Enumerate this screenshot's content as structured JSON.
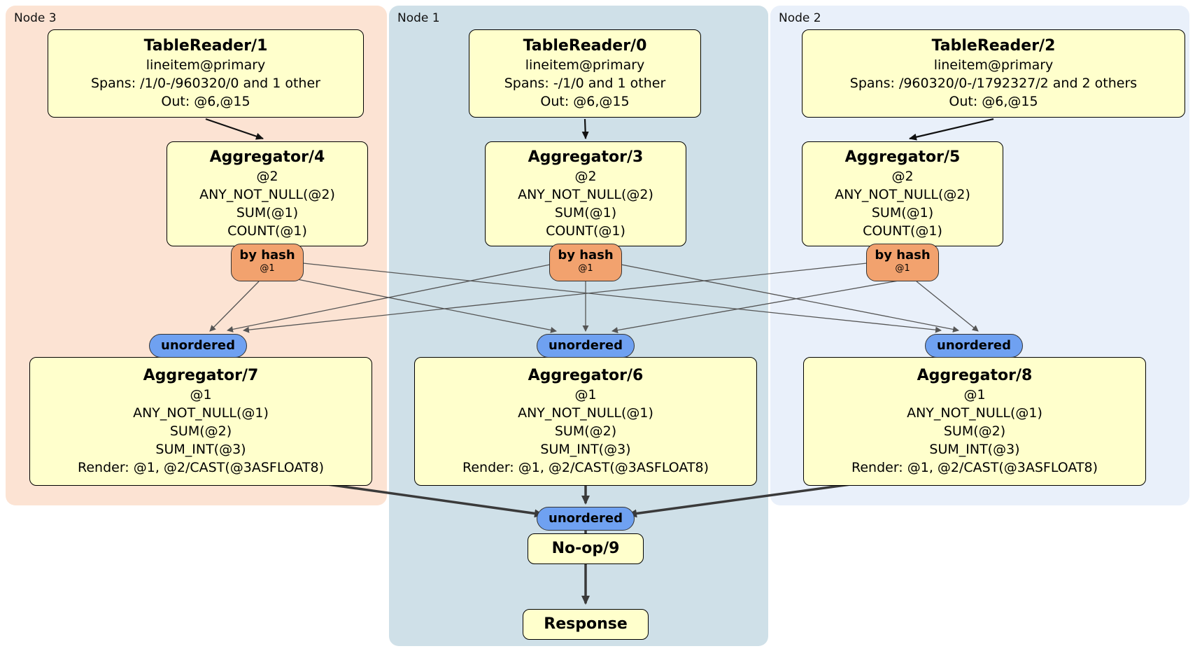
{
  "regions": [
    {
      "label": "Node 3"
    },
    {
      "label": "Node 1"
    },
    {
      "label": "Node 2"
    }
  ],
  "boxes": {
    "tr1": {
      "title": "TableReader/1",
      "lines": [
        "lineitem@primary",
        "Spans: /1/0-/960320/0 and 1 other",
        "Out: @6,@15"
      ]
    },
    "tr0": {
      "title": "TableReader/0",
      "lines": [
        "lineitem@primary",
        "Spans: -/1/0 and 1 other",
        "Out: @6,@15"
      ]
    },
    "tr2": {
      "title": "TableReader/2",
      "lines": [
        "lineitem@primary",
        "Spans: /960320/0-/1792327/2 and 2 others",
        "Out: @6,@15"
      ]
    },
    "agg4": {
      "title": "Aggregator/4",
      "lines": [
        "@2",
        "ANY_NOT_NULL(@2)",
        "SUM(@1)",
        "COUNT(@1)"
      ]
    },
    "agg3": {
      "title": "Aggregator/3",
      "lines": [
        "@2",
        "ANY_NOT_NULL(@2)",
        "SUM(@1)",
        "COUNT(@1)"
      ]
    },
    "agg5": {
      "title": "Aggregator/5",
      "lines": [
        "@2",
        "ANY_NOT_NULL(@2)",
        "SUM(@1)",
        "COUNT(@1)"
      ]
    },
    "agg7": {
      "title": "Aggregator/7",
      "lines": [
        "@1",
        "ANY_NOT_NULL(@1)",
        "SUM(@2)",
        "SUM_INT(@3)",
        "Render: @1, @2/CAST(@3ASFLOAT8)"
      ]
    },
    "agg6": {
      "title": "Aggregator/6",
      "lines": [
        "@1",
        "ANY_NOT_NULL(@1)",
        "SUM(@2)",
        "SUM_INT(@3)",
        "Render: @1, @2/CAST(@3ASFLOAT8)"
      ]
    },
    "agg8": {
      "title": "Aggregator/8",
      "lines": [
        "@1",
        "ANY_NOT_NULL(@1)",
        "SUM(@2)",
        "SUM_INT(@3)",
        "Render: @1, @2/CAST(@3ASFLOAT8)"
      ]
    },
    "noop": {
      "title": "No-op/9"
    },
    "response": {
      "title": "Response"
    }
  },
  "router": {
    "label": "by hash",
    "stream": "@1"
  },
  "sync": {
    "label": "unordered"
  },
  "colors": {
    "node3_bg": "#FCE3D3",
    "node1_bg": "#CFE0E8",
    "node2_bg": "#E9F0FA",
    "box_fill": "#FFFFCC",
    "router_fill": "#F2A26E",
    "sync_fill": "#6FA1F1"
  }
}
